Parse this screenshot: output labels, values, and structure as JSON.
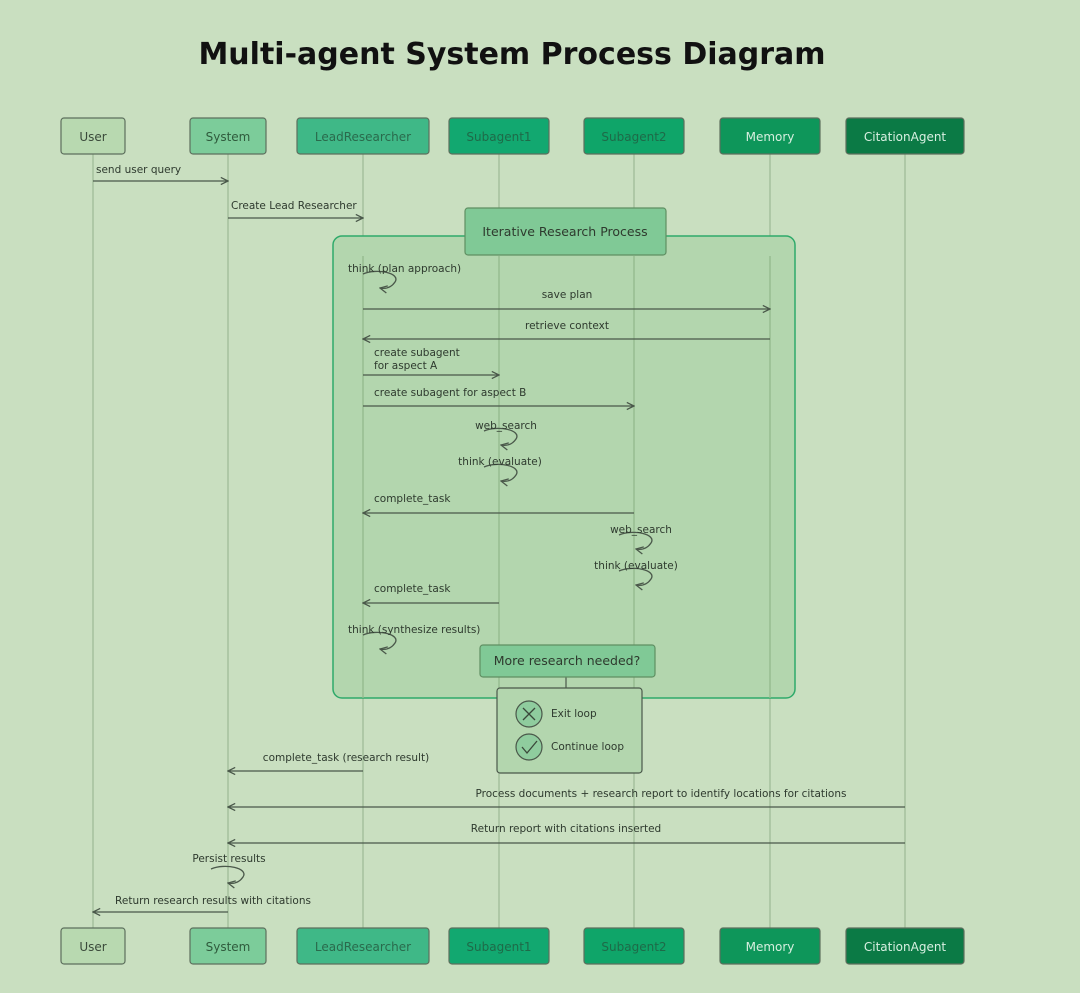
{
  "title": "Multi-agent System Process Diagram",
  "participants": [
    {
      "id": "user",
      "label": "User",
      "fill": "#b8d9b0",
      "text": "#3a4a3a"
    },
    {
      "id": "system",
      "label": "System",
      "fill": "#7ccc9a",
      "text": "#2f5a3c"
    },
    {
      "id": "lead",
      "label": "LeadResearcher",
      "fill": "#3fb887",
      "text": "#2a6a4c"
    },
    {
      "id": "sub1",
      "label": "Subagent1",
      "fill": "#12a870",
      "text": "#1e6a48"
    },
    {
      "id": "sub2",
      "label": "Subagent2",
      "fill": "#0fa569",
      "text": "#1e6a48"
    },
    {
      "id": "memory",
      "label": "Memory",
      "fill": "#0e965a",
      "text": "#d6efdf"
    },
    {
      "id": "citation",
      "label": "CitationAgent",
      "fill": "#0b7a45",
      "text": "#d9f0e2"
    }
  ],
  "loop": {
    "label": "Iterative Research Process",
    "decision": "More research needed?",
    "options": [
      {
        "label": "Exit loop",
        "icon": "x-circle-icon"
      },
      {
        "label": "Continue loop",
        "icon": "check-circle-icon"
      }
    ]
  },
  "messages": [
    {
      "label": "send user query"
    },
    {
      "label": "Create Lead Researcher"
    },
    {
      "label": "think (plan approach)"
    },
    {
      "label": "save plan"
    },
    {
      "label": "retrieve context"
    },
    {
      "label": "create subagent",
      "label2": "for aspect A"
    },
    {
      "label": "create subagent for aspect B"
    },
    {
      "label": "web_search"
    },
    {
      "label": "think (evaluate)"
    },
    {
      "label": "complete_task"
    },
    {
      "label": "web_search"
    },
    {
      "label": "think (evaluate)"
    },
    {
      "label": "complete_task"
    },
    {
      "label": "think (synthesize results)"
    },
    {
      "label": "complete_task (research result)"
    },
    {
      "label": "Process documents + research report to identify locations for citations"
    },
    {
      "label": "Return report with citations inserted"
    },
    {
      "label": "Persist results"
    },
    {
      "label": "Return research results with citations"
    }
  ],
  "colors": {
    "background": "#c9dfc0",
    "lifeline": "#9fbd98",
    "arrow": "#4a584a",
    "loop_fill": "#b3d6ae",
    "loop_border": "#2faa6a"
  }
}
